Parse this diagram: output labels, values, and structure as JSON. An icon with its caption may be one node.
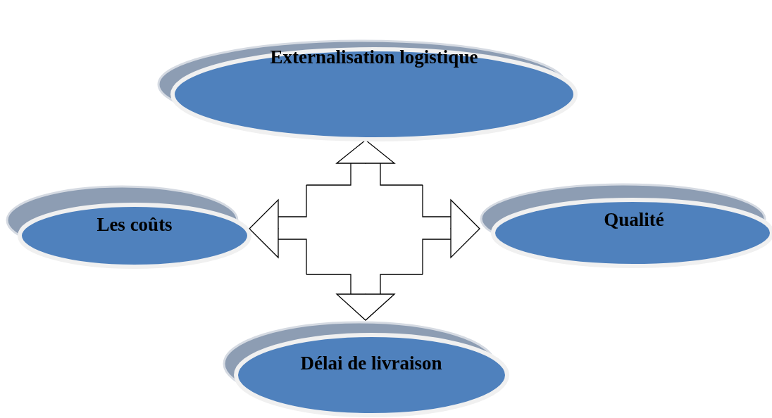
{
  "diagram": {
    "nodes": [
      {
        "text": [
          "Externalisation logistique"
        ]
      },
      {
        "text": [
          "Les coûts"
        ]
      },
      {
        "text": [
          "Qualité"
        ]
      },
      {
        "text": [
          "Délai de livraison"
        ]
      }
    ],
    "edges": [
      {
        "from": null,
        "to": 0,
        "arrow": "to"
      },
      {
        "from": null,
        "to": 2,
        "arrow": "to"
      },
      {
        "from": null,
        "to": 3,
        "arrow": "to"
      },
      {
        "from": null,
        "to": 1,
        "arrow": "to"
      }
    ]
  }
}
